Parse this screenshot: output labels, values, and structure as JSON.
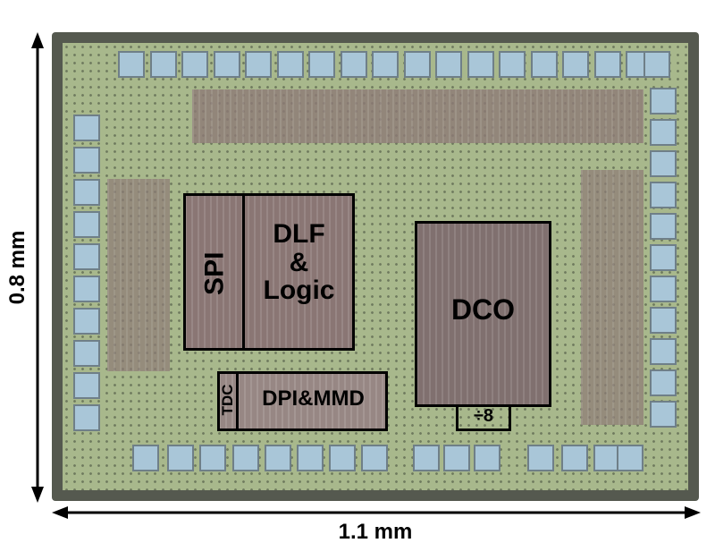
{
  "labels": {
    "spi": "SPI",
    "dlf_line1": "DLF",
    "dlf_line2": "&",
    "dlf_line3": "Logic",
    "tdc": "TDC",
    "dpi_mmd": "DPI&MMD",
    "dco": "DCO",
    "divider": "÷8"
  },
  "dimensions": {
    "height": "0.8 mm",
    "width": "1.1 mm"
  },
  "colors": {
    "pad": "#a9c6d8",
    "substrate": "#a8b88c",
    "frame": "#000000"
  }
}
